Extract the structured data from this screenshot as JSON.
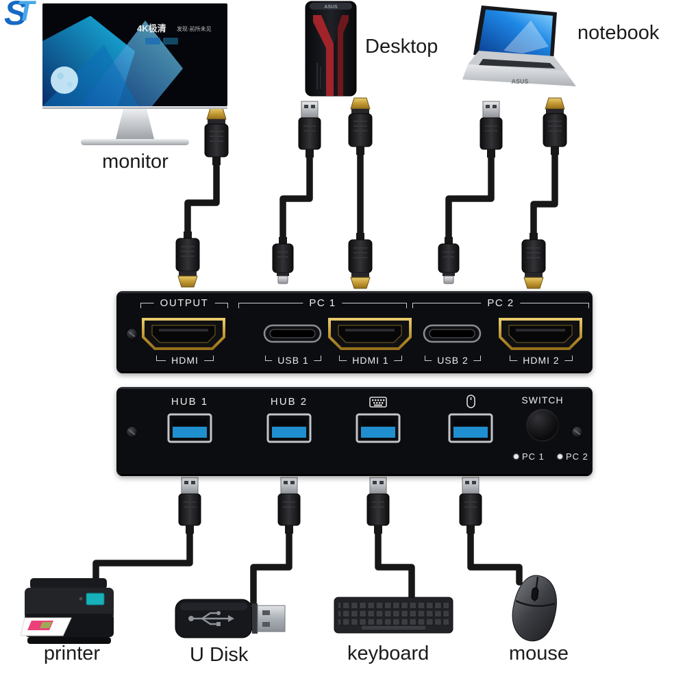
{
  "logo": {
    "s": "S",
    "t": "T"
  },
  "peripherals": {
    "monitor": {
      "label": "monitor",
      "screen_headline": "4K极清",
      "screen_sub": "发现·前所未见"
    },
    "desktop": {
      "label": "Desktop",
      "brand": "ASUS"
    },
    "notebook": {
      "label": "notebook",
      "brand": "ASUS"
    },
    "printer": {
      "label": "printer"
    },
    "udisk": {
      "label": "U Disk"
    },
    "keyboard": {
      "label": "keyboard"
    },
    "mouse": {
      "label": "mouse"
    }
  },
  "kvm": {
    "top_panel": {
      "output": {
        "group_label": "OUTPUT",
        "port_label": "HDMI"
      },
      "pc1": {
        "group_label": "PC 1",
        "usb_label": "USB 1",
        "hdmi_label": "HDMI 1"
      },
      "pc2": {
        "group_label": "PC 2",
        "usb_label": "USB 2",
        "hdmi_label": "HDMI 2"
      }
    },
    "bottom_panel": {
      "hub1_label": "HUB 1",
      "hub2_label": "HUB 2",
      "keyboard_port_icon": "keyboard-icon",
      "mouse_port_icon": "mouse-icon",
      "switch_label": "SWITCH",
      "pc1_indicator": "PC 1",
      "pc2_indicator": "PC 2"
    }
  },
  "colors": {
    "hdmi_gold": "#c9a23f",
    "usb_blue": "#1f8fd0",
    "cable_black": "#171717",
    "logo_blue": "#1769c4",
    "panel_black": "#0c0d10"
  }
}
